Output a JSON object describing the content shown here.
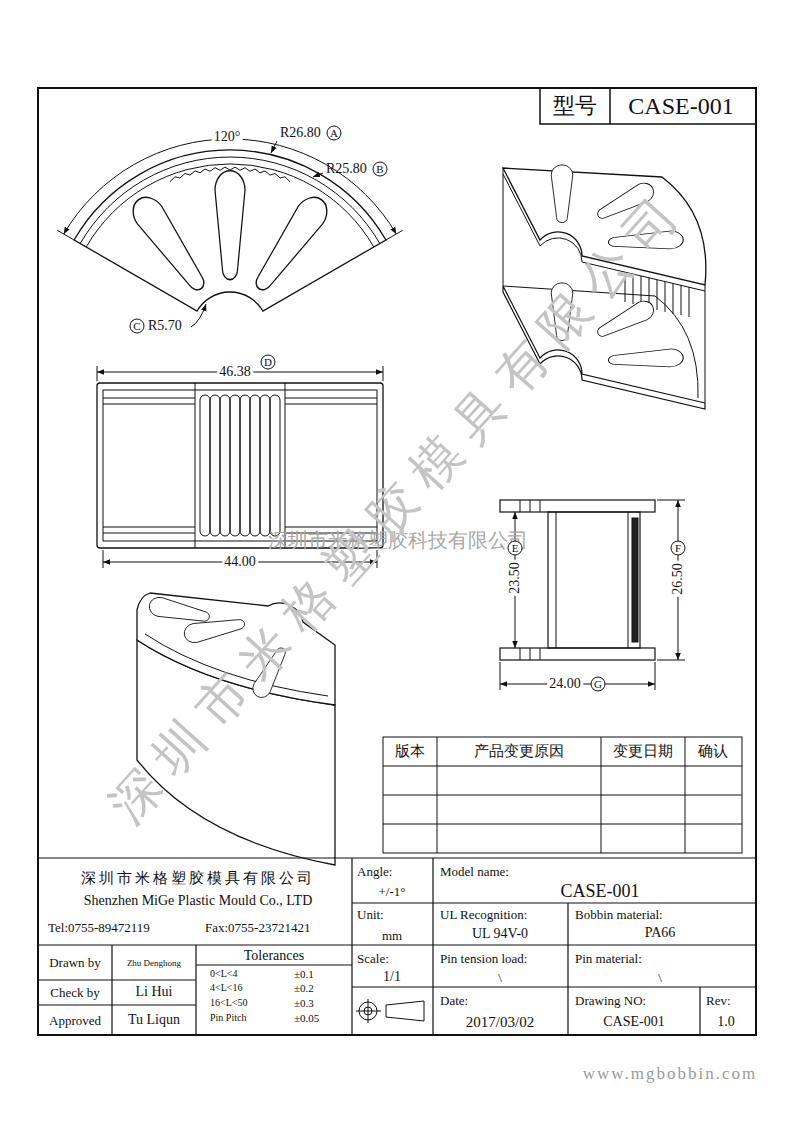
{
  "diagram": {
    "nodes": [
      {
        "text": [
          "A"
        ]
      },
      {
        "text": [
          "B"
        ]
      },
      {
        "text": [
          "C"
        ]
      },
      {
        "text": [
          "D"
        ]
      },
      {
        "text": [
          "E"
        ]
      },
      {
        "text": [
          "F"
        ]
      },
      {
        "text": [
          "G"
        ]
      }
    ],
    "labels": [
      "型号",
      "CASE-001",
      "R26.80",
      "120°",
      "R25.80",
      "R5.70",
      "46.38",
      "44.00",
      "23.50",
      "26.50",
      "24.00",
      "深圳市米格塑胶科技有限公司",
      "深圳市米格塑胶模具有限公司",
      "版本",
      "产品变更原因",
      "变更日期",
      "确认",
      "深圳市米格塑胶模具有限公司",
      "Shenzhen MiGe Plastic Mould Co., LTD",
      "Tel:0755-89472119",
      "Fax:0755-23721421",
      "Angle:",
      "+/-1°",
      "Model name:",
      "CASE-001",
      "Unit:",
      "mm",
      "UL Recognition:",
      "UL 94V-0",
      "Bobbin material:",
      "PA66",
      "Drawn by",
      "Zhu Denghong",
      "Tolerances",
      "0<L<4",
      "±0.1",
      "4<L<16",
      "±0.2",
      "16<L<50",
      "±0.3",
      "Pin Pitch",
      "±0.05",
      "Check by",
      "Li Hui",
      "Scale:",
      "1/1",
      "Pin tension load:",
      "\\",
      "Pin material:",
      "\\",
      "Approved",
      "Tu Liqun",
      "Date:",
      "2017/03/02",
      "Drawing NO:",
      "CASE-001",
      "Rev:",
      "1.0",
      "www.mgbobbin.com"
    ]
  }
}
